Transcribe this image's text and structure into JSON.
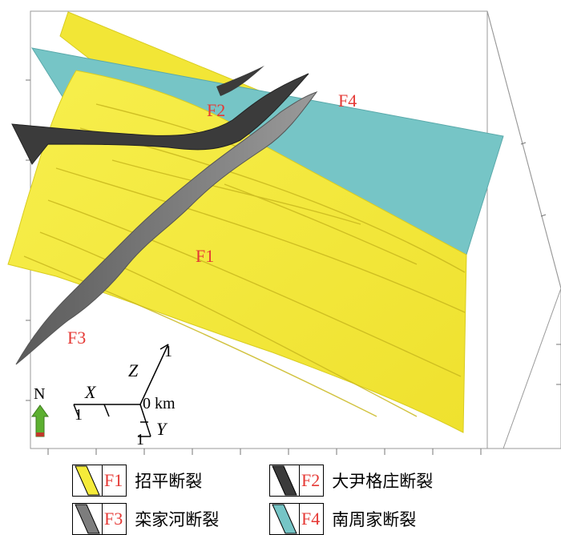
{
  "labels": {
    "f1": "F1",
    "f2": "F2",
    "f3": "F3",
    "f4": "F4"
  },
  "compass": {
    "north": "N",
    "arrow_color": "#5cb030"
  },
  "scale": {
    "x": "X",
    "y": "Y",
    "z": "Z",
    "one_x": "1",
    "one_y": "1",
    "one_z": "1",
    "origin": "0 km"
  },
  "colors": {
    "f1": "#f5eb3a",
    "f2": "#3b3b3b",
    "f3": "#7d7d7d",
    "f4": "#76c5c6",
    "label": "#e53935"
  },
  "legend": [
    {
      "code": "F1",
      "name": "招平断裂"
    },
    {
      "code": "F2",
      "name": "大尹格庄断裂"
    },
    {
      "code": "F3",
      "name": "栾家河断裂"
    },
    {
      "code": "F4",
      "name": "南周家断裂"
    }
  ]
}
